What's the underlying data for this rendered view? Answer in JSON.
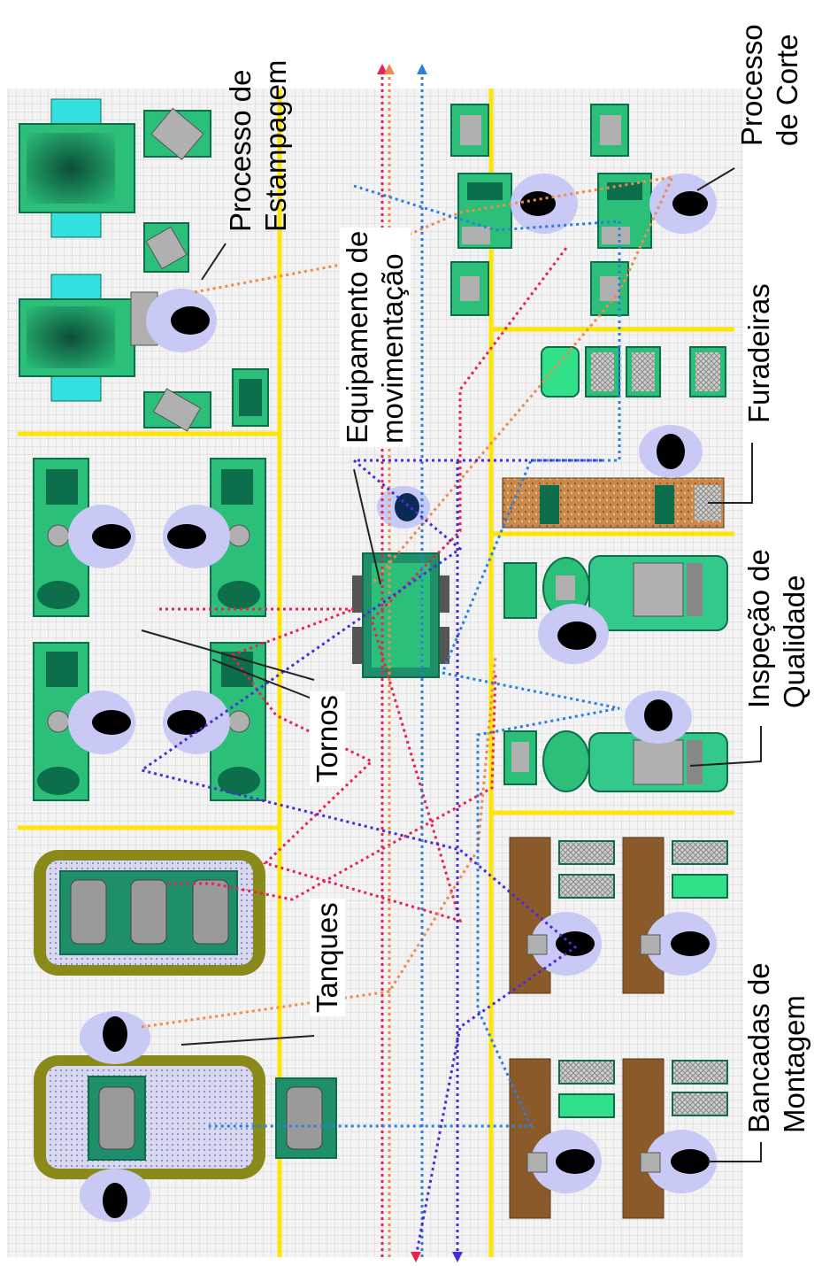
{
  "title": "",
  "labels": {
    "estampagem": [
      "Processo de",
      "Estampagem"
    ],
    "equipamento": [
      "Equipamento de",
      "movimentação"
    ],
    "corte": [
      "Processo",
      "de Corte"
    ],
    "furadeiras": [
      "Furadeiras"
    ],
    "inspecao": [
      "Inspeção de",
      "Qualidade"
    ],
    "tornos": [
      "Tornos"
    ],
    "tanques": [
      "Tanques"
    ],
    "bancadas": [
      "Bancadas de",
      "Montagem"
    ]
  },
  "colors": {
    "grid_background": "#f3f3f3",
    "grid_lines": "#d6d6d6",
    "aisle_lines": "#ffe600",
    "machine_green": "#2bbf7a",
    "machine_dark": "#0d6e4c",
    "cyan": "#33e0e0",
    "operator_body": "#c9c9f5",
    "operator_head": "#000000",
    "bench_wood": "#8b5a2b",
    "tank_border": "#8a8a1a",
    "flow_red": "#e8234f",
    "flow_orange": "#f08a4b",
    "flow_blue": "#2b7fe0",
    "flow_purple": "#4b2bd6"
  }
}
